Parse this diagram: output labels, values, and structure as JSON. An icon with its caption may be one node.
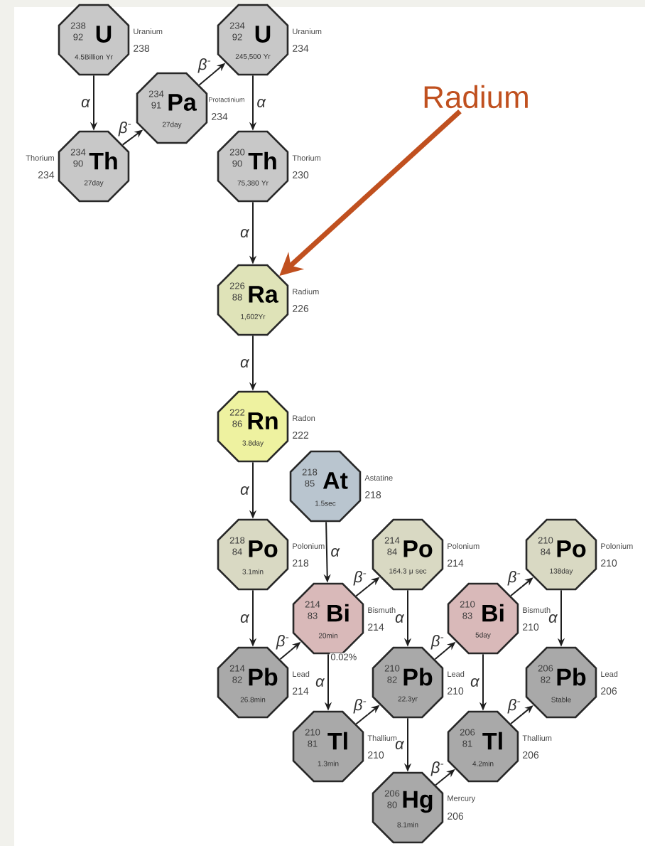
{
  "diagram": {
    "nodes": [
      {
        "text": [
          "238",
          "92",
          "U",
          "4.5Billion Yr"
        ],
        "beside": [
          "Uranium",
          "238"
        ]
      },
      {
        "text": [
          "234",
          "90",
          "Th",
          "27day"
        ],
        "beside": [
          "Thorium",
          "234"
        ]
      },
      {
        "text": [
          "234",
          "91",
          "Pa",
          "27day"
        ],
        "beside": [
          "Protactinium",
          "234"
        ]
      },
      {
        "text": [
          "234",
          "92",
          "U",
          "245,500 Yr"
        ],
        "beside": [
          "Uranium",
          "234"
        ]
      },
      {
        "text": [
          "230",
          "90",
          "Th",
          "75,380 Yr"
        ],
        "beside": [
          "Thorium",
          "230"
        ]
      },
      {
        "text": [
          "226",
          "88",
          "Ra",
          "1,602Yr"
        ],
        "beside": [
          "Radium",
          "226"
        ]
      },
      {
        "text": [
          "222",
          "86",
          "Rn",
          "3.8day"
        ],
        "beside": [
          "Radon",
          "222"
        ]
      },
      {
        "text": [
          "218",
          "85",
          "At",
          "1.5sec"
        ],
        "beside": [
          "Astatine",
          "218"
        ]
      },
      {
        "text": [
          "218",
          "84",
          "Po",
          "3.1min"
        ],
        "beside": [
          "Polonium",
          "218"
        ]
      },
      {
        "text": [
          "214",
          "84",
          "Po",
          "164.3 μ sec"
        ],
        "beside": [
          "Polonium",
          "214"
        ]
      },
      {
        "text": [
          "210",
          "84",
          "Po",
          "138day"
        ],
        "beside": [
          "Polonium",
          "210"
        ]
      },
      {
        "text": [
          "214",
          "82",
          "Pb",
          "26.8min"
        ],
        "beside": [
          "Lead",
          "214"
        ]
      },
      {
        "text": [
          "214",
          "83",
          "Bi",
          "20min"
        ],
        "beside": [
          "Bismuth",
          "214"
        ]
      },
      {
        "text": [
          "210",
          "82",
          "Pb",
          "22.3yr"
        ],
        "beside": [
          "Lead",
          "210"
        ]
      },
      {
        "text": [
          "210",
          "83",
          "Bi",
          "5day"
        ],
        "beside": [
          "Bismuth",
          "210"
        ]
      },
      {
        "text": [
          "206",
          "82",
          "Pb",
          "Stable"
        ],
        "beside": [
          "Lead",
          "206"
        ]
      },
      {
        "text": [
          "210",
          "81",
          "Tl",
          "1.3min"
        ],
        "beside": [
          "Thallium",
          "210"
        ]
      },
      {
        "text": [
          "206",
          "81",
          "Tl",
          "4.2min"
        ],
        "beside": [
          "Thallium",
          "206"
        ]
      },
      {
        "text": [
          "206",
          "80",
          "Hg",
          "8.1min"
        ],
        "beside": [
          "Mercury",
          "206"
        ]
      },
      {
        "text": [
          "Radium"
        ]
      }
    ],
    "edges": [
      {
        "from": 0,
        "to": 1,
        "arrow": "to",
        "label": "α"
      },
      {
        "from": 1,
        "to": 2,
        "arrow": "to",
        "label": "β$^{-}$"
      },
      {
        "from": 2,
        "to": 3,
        "arrow": "to",
        "label": "β$^{-}$"
      },
      {
        "from": 3,
        "to": 4,
        "arrow": "to",
        "label": "α"
      },
      {
        "from": 4,
        "to": 5,
        "arrow": "to",
        "label": "α"
      },
      {
        "from": 5,
        "to": 6,
        "arrow": "to",
        "label": "α"
      },
      {
        "from": 6,
        "to": 8,
        "arrow": "to",
        "label": "α"
      },
      {
        "from": 7,
        "to": 12,
        "arrow": "to",
        "label": "α"
      },
      {
        "from": 8,
        "to": 11,
        "arrow": "to",
        "label": "α"
      },
      {
        "from": 11,
        "to": 12,
        "arrow": "to",
        "label": "β$^{-}$"
      },
      {
        "from": 12,
        "to": 9,
        "arrow": "to",
        "label": "β$^{-}$"
      },
      {
        "from": 12,
        "to": 16,
        "arrow": "to",
        "label": "α"
      },
      {
        "from": 9,
        "to": 13,
        "arrow": "to",
        "label": "α"
      },
      {
        "from": 16,
        "to": 13,
        "arrow": "to",
        "label": "β$^{-}$"
      },
      {
        "from": 13,
        "to": 14,
        "arrow": "to",
        "label": "β$^{-}$"
      },
      {
        "from": 13,
        "to": 18,
        "arrow": "to",
        "label": "α"
      },
      {
        "from": 18,
        "to": 17,
        "arrow": "to",
        "label": "β$^{-}$"
      },
      {
        "from": 14,
        "to": 10,
        "arrow": "to",
        "label": "β$^{-}$"
      },
      {
        "from": 14,
        "to": 17,
        "arrow": "to",
        "label": "α"
      },
      {
        "from": 10,
        "to": 15,
        "arrow": "to",
        "label": "α"
      },
      {
        "from": 17,
        "to": 15,
        "arrow": "to",
        "label": "β$^{-}$"
      },
      {
        "from": 19,
        "to": 5,
        "arrow": "to",
        "style": "thick",
        "color": "#c0501f"
      }
    ],
    "labels": [
      "0.02%"
    ]
  }
}
